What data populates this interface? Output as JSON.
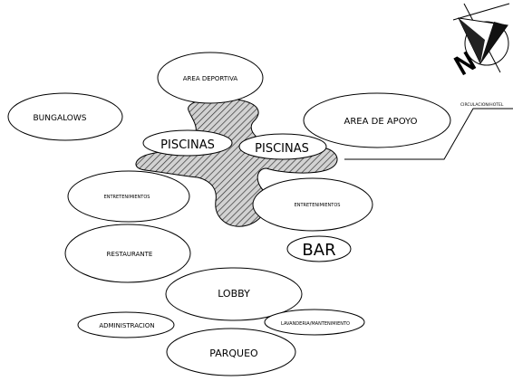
{
  "diagram": {
    "title": "",
    "zones": {
      "area_deportiva": "AREA DEPORTIVA",
      "bungalows": "BUNGALOWS",
      "area_apoyo": "AREA DE APOYO",
      "piscinas_left": "PISCINAS",
      "piscinas_right": "PISCINAS",
      "entrete_left": "ENTRETENIMIENTOS",
      "entrete_right": "ENTRETENIMIENTOS",
      "restaurante": "RESTAURANTE",
      "bar": "BAR",
      "lobby": "LOBBY",
      "administracion": "ADMINISTRACION",
      "lavanderia": "LAVANDERIA/MANTENIMIENTO",
      "parqueo": "PARQUEO",
      "circulacion": "CIRCULACION/HOTEL"
    },
    "north_label": "N",
    "colors": {
      "stroke": "#000000",
      "fill": "#ffffff",
      "hatch": "#333333",
      "hatch_bg": "#cfcfcf"
    }
  }
}
